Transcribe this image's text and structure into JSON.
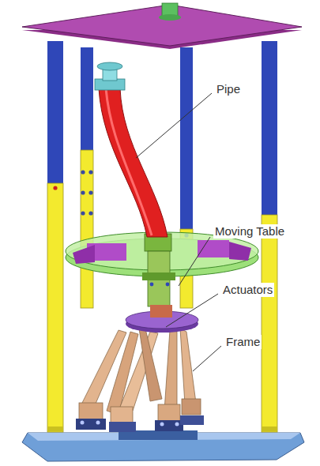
{
  "diagram": {
    "labels": [
      "Pipe",
      "Moving Table",
      "Actuators",
      "Frame"
    ]
  }
}
